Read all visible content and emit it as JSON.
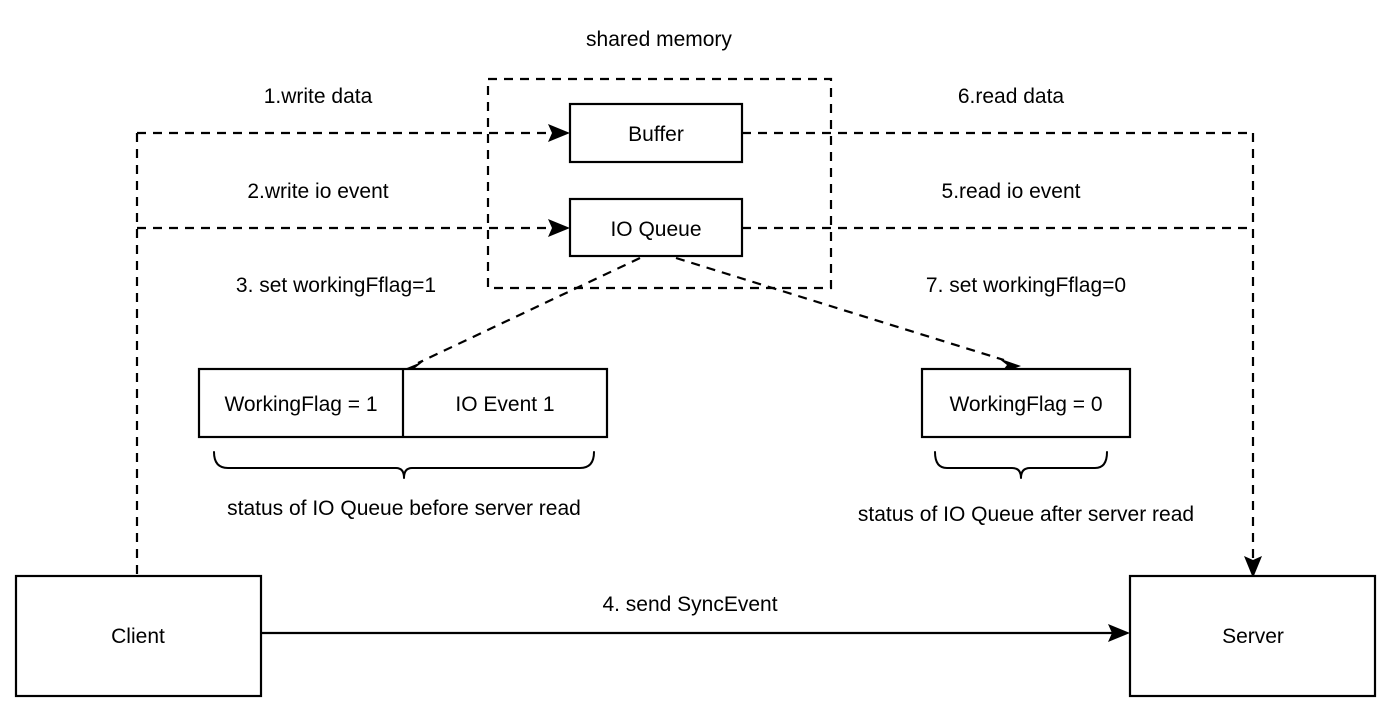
{
  "diagram": {
    "title": "shared memory",
    "regions": {
      "shared_memory_label": "shared memory"
    },
    "boxes": {
      "buffer": "Buffer",
      "io_queue": "IO Queue",
      "working_flag_before": "WorkingFlag = 1",
      "io_event_1": "IO Event 1",
      "working_flag_after": "WorkingFlag = 0",
      "client": "Client",
      "server": "Server"
    },
    "steps": {
      "step1": "1.write data",
      "step2": "2.write io event",
      "step3": "3. set workingFflag=1",
      "step4": "4. send SyncEvent",
      "step5": "5.read io event",
      "step6": "6.read data",
      "step7": "7. set workingFflag=0"
    },
    "captions": {
      "before": "status of IO Queue before server read",
      "after": "status of IO Queue after server read"
    },
    "colors": {
      "stroke": "#000000",
      "fill": "#ffffff",
      "text": "#000000"
    }
  }
}
